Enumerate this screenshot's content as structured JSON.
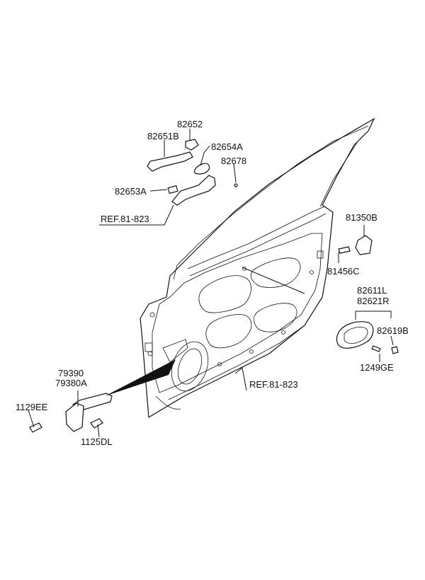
{
  "labels": {
    "p82652": "82652",
    "p82651B": "82651B",
    "p82654A": "82654A",
    "p82678": "82678",
    "p82653A": "82653A",
    "ref_top": "REF.81-823",
    "p81350B": "81350B",
    "p81456C": "81456C",
    "p82611L": "82611L",
    "p82621R": "82621R",
    "p82619B": "82619B",
    "p1249GE": "1249GE",
    "ref_bottom": "REF.81-823",
    "p79390": "79390",
    "p79380A": "79380A",
    "p1129EE": "1129EE",
    "p1125DL": "1125DL"
  }
}
